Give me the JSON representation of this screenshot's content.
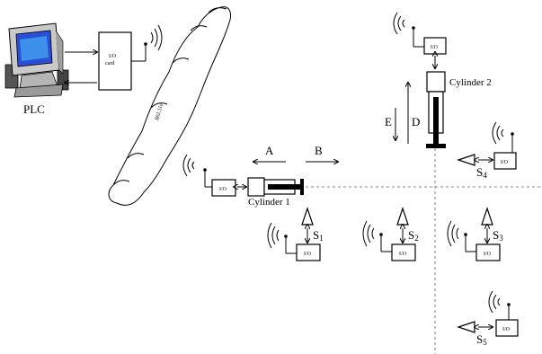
{
  "plc_label": "PLC",
  "io_card_label": "I/O card",
  "network_label": "802.11e",
  "io_label": "I/O",
  "cylinder1_label": "Cylinder 1",
  "cylinder2_label": "Cylinder 2",
  "arrow_a_label": "A",
  "arrow_b_label": "B",
  "arrow_d_label": "D",
  "arrow_e_label": "E",
  "sensors": [
    {
      "name": "S",
      "index": "1"
    },
    {
      "name": "S",
      "index": "2"
    },
    {
      "name": "S",
      "index": "3"
    },
    {
      "name": "S",
      "index": "4"
    },
    {
      "name": "S",
      "index": "5"
    }
  ]
}
